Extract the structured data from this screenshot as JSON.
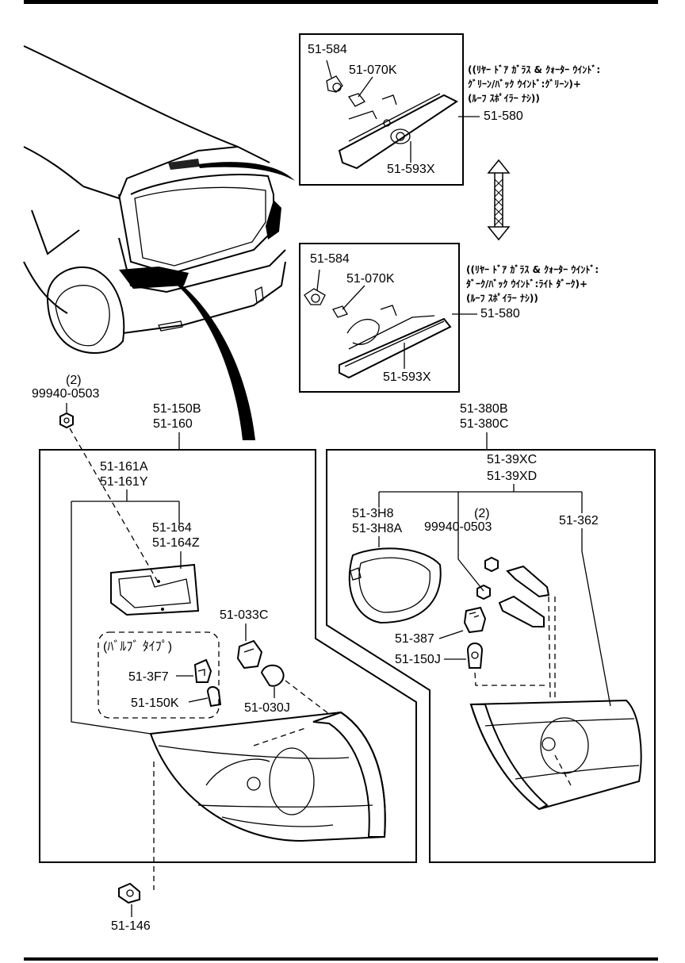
{
  "inset_top": {
    "labels": {
      "bulb": "51-584",
      "socket": "51-070K",
      "lens": "51-593X",
      "assembly": "51-580"
    },
    "note": [
      "((ﾘﾔｰ ﾄﾞｱ ｶﾞﾗｽ & ｸｫｰﾀｰ ｳｲﾝﾄﾞ:",
      "ｸﾞﾘｰﾝ/ﾊﾞｯｸ ｳｲﾝﾄﾞ:ｸﾞﾘｰﾝ)+",
      "(ﾙｰﾌ ｽﾎﾟｲﾗｰ ﾅｼ))"
    ]
  },
  "inset_bottom": {
    "labels": {
      "bulb": "51-584",
      "socket": "51-070K",
      "lens": "51-593X",
      "assembly": "51-580"
    },
    "note": [
      "((ﾘﾔｰ ﾄﾞｱ ｶﾞﾗｽ & ｸｫｰﾀｰ ｳｲﾝﾄﾞ:",
      "ﾀﾞｰｸ/ﾊﾞｯｸ ｳｲﾝﾄﾞ:ﾗｲﾄ ﾀﾞｰｸ)+",
      "(ﾙｰﾌ ｽﾎﾟｲﾗｰ ﾅｼ))"
    ]
  },
  "nut": {
    "qty": "(2)",
    "part": "99940-0503"
  },
  "left_panel": {
    "header": [
      "51-150B",
      "51-160"
    ],
    "sub": [
      "51-161A",
      "51-161Y"
    ],
    "gasket": [
      "51-164",
      "51-164Z"
    ],
    "bulb_type": "(ﾊﾞﾙﾌﾞ ﾀｲﾌﾟ)",
    "socket_3f7": "51-3F7",
    "bulb_150k": "51-150K",
    "socket_033c": "51-033C",
    "bulb_030j": "51-030J",
    "clip": "51-146"
  },
  "right_panel": {
    "header": [
      "51-380B",
      "51-380C"
    ],
    "sub": [
      "51-39XC",
      "51-39XD"
    ],
    "cover": [
      "51-3H8",
      "51-3H8A"
    ],
    "nut_qty": "(2)",
    "nut_part": "99940-0503",
    "bracket": "51-362",
    "socket": "51-387",
    "bulb": "51-150J"
  }
}
